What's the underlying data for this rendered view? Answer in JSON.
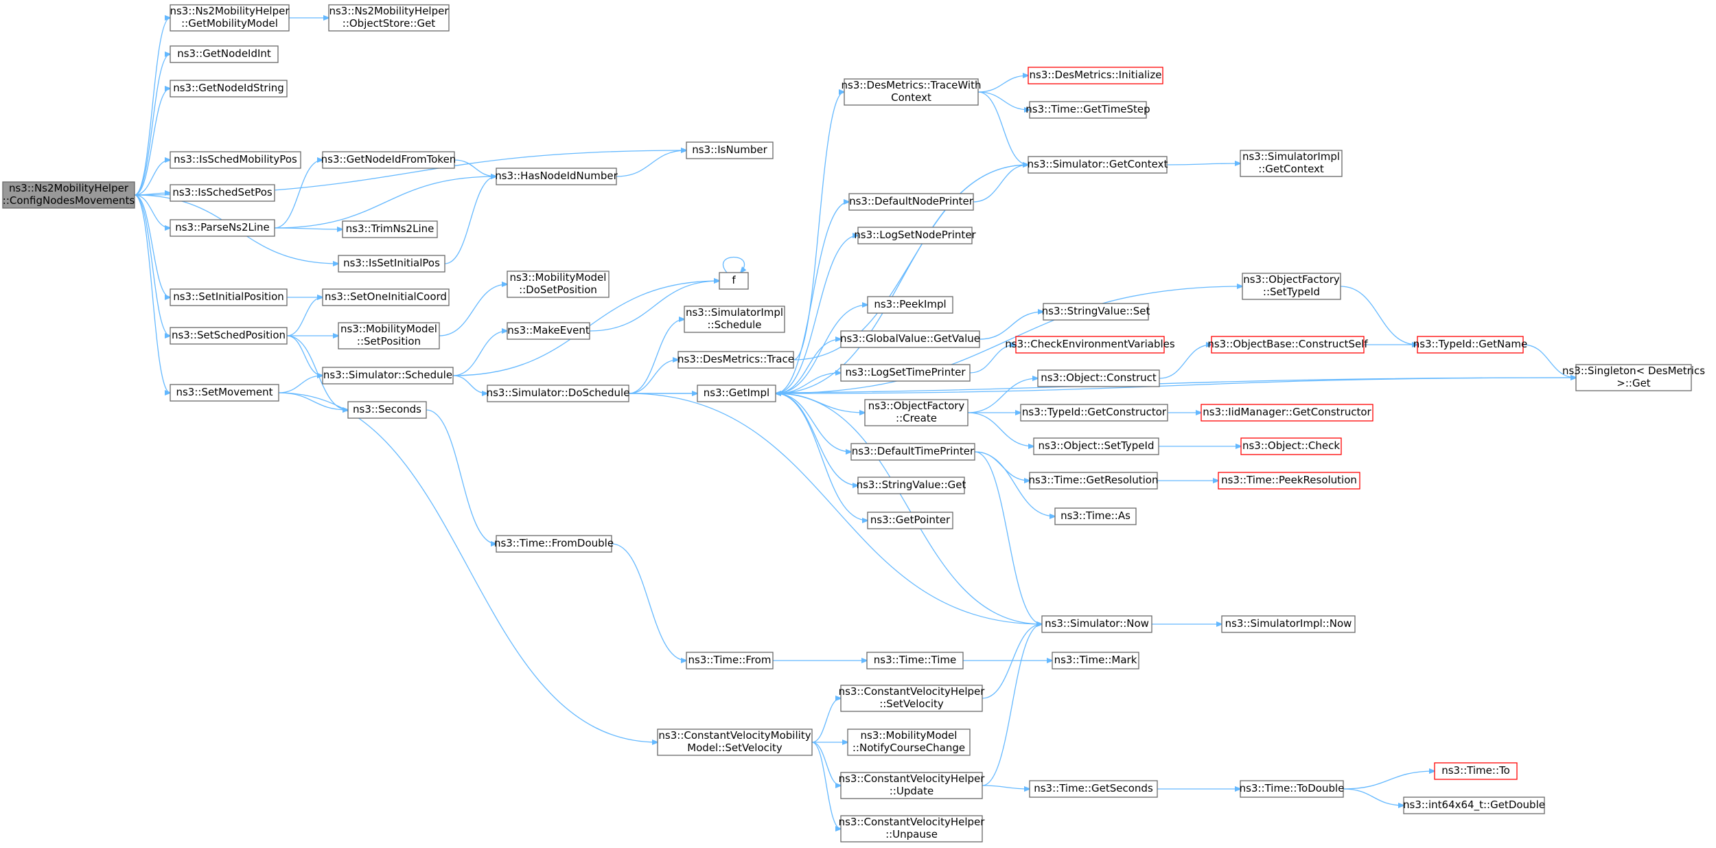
{
  "graph": {
    "colors": {
      "edge": "#63b8ff",
      "root_fill": "#999999",
      "border": "#666666",
      "red_border": "#ff0000"
    },
    "nodes": [
      {
        "id": "root",
        "lines": [
          "ns3::Ns2MobilityHelper",
          "::ConfigNodesMovements"
        ],
        "style": "root"
      },
      {
        "id": "getMobilityModel",
        "lines": [
          "ns3::Ns2MobilityHelper",
          "::GetMobilityModel"
        ],
        "style": "normal"
      },
      {
        "id": "objectStoreGet",
        "lines": [
          "ns3::Ns2MobilityHelper",
          "::ObjectStore::Get"
        ],
        "style": "normal"
      },
      {
        "id": "getNodeIdInt",
        "lines": [
          "ns3::GetNodeIdInt"
        ],
        "style": "normal"
      },
      {
        "id": "getNodeIdString",
        "lines": [
          "ns3::GetNodeIdString"
        ],
        "style": "normal"
      },
      {
        "id": "isNumber",
        "lines": [
          "ns3::IsNumber"
        ],
        "style": "normal"
      },
      {
        "id": "isSchedMobilityPos",
        "lines": [
          "ns3::IsSchedMobilityPos"
        ],
        "style": "normal"
      },
      {
        "id": "getNodeIdFromToken",
        "lines": [
          "ns3::GetNodeIdFromToken"
        ],
        "style": "normal"
      },
      {
        "id": "hasNodeIdNumber",
        "lines": [
          "ns3::HasNodeIdNumber"
        ],
        "style": "normal"
      },
      {
        "id": "isSchedSetPos",
        "lines": [
          "ns3::IsSchedSetPos"
        ],
        "style": "normal"
      },
      {
        "id": "parseNs2Line",
        "lines": [
          "ns3::ParseNs2Line"
        ],
        "style": "normal"
      },
      {
        "id": "trimNs2Line",
        "lines": [
          "ns3::TrimNs2Line"
        ],
        "style": "normal"
      },
      {
        "id": "isSetInitialPos",
        "lines": [
          "ns3::IsSetInitialPos"
        ],
        "style": "normal"
      },
      {
        "id": "setInitialPosition",
        "lines": [
          "ns3::SetInitialPosition"
        ],
        "style": "normal"
      },
      {
        "id": "setOneInitialCoord",
        "lines": [
          "ns3::SetOneInitialCoord"
        ],
        "style": "normal"
      },
      {
        "id": "setSchedPosition",
        "lines": [
          "ns3::SetSchedPosition"
        ],
        "style": "normal"
      },
      {
        "id": "mmSetPosition",
        "lines": [
          "ns3::MobilityModel",
          "::SetPosition"
        ],
        "style": "normal"
      },
      {
        "id": "mmDoSetPosition",
        "lines": [
          "ns3::MobilityModel",
          "::DoSetPosition"
        ],
        "style": "normal"
      },
      {
        "id": "makeEvent",
        "lines": [
          "ns3::MakeEvent"
        ],
        "style": "normal"
      },
      {
        "id": "f",
        "lines": [
          "f"
        ],
        "style": "normal"
      },
      {
        "id": "setMovement",
        "lines": [
          "ns3::SetMovement"
        ],
        "style": "normal"
      },
      {
        "id": "simSchedule",
        "lines": [
          "ns3::Simulator::Schedule"
        ],
        "style": "normal"
      },
      {
        "id": "seconds",
        "lines": [
          "ns3::Seconds"
        ],
        "style": "normal"
      },
      {
        "id": "simImplSchedule",
        "lines": [
          "ns3::SimulatorImpl",
          "::Schedule"
        ],
        "style": "normal"
      },
      {
        "id": "desMetricsTrace",
        "lines": [
          "ns3::DesMetrics::Trace"
        ],
        "style": "normal"
      },
      {
        "id": "simDoSchedule",
        "lines": [
          "ns3::Simulator::DoSchedule"
        ],
        "style": "normal"
      },
      {
        "id": "getImpl",
        "lines": [
          "ns3::GetImpl"
        ],
        "style": "normal"
      },
      {
        "id": "timeFromDouble",
        "lines": [
          "ns3::Time::FromDouble"
        ],
        "style": "normal"
      },
      {
        "id": "timeFrom",
        "lines": [
          "ns3::Time::From"
        ],
        "style": "normal"
      },
      {
        "id": "timeTime",
        "lines": [
          "ns3::Time::Time"
        ],
        "style": "normal"
      },
      {
        "id": "timeMark",
        "lines": [
          "ns3::Time::Mark"
        ],
        "style": "normal"
      },
      {
        "id": "cvmSetVelocity",
        "lines": [
          "ns3::ConstantVelocityMobility",
          "Model::SetVelocity"
        ],
        "style": "normal"
      },
      {
        "id": "cvhSetVelocity",
        "lines": [
          "ns3::ConstantVelocityHelper",
          "::SetVelocity"
        ],
        "style": "normal"
      },
      {
        "id": "mmNotifyCourseChange",
        "lines": [
          "ns3::MobilityModel",
          "::NotifyCourseChange"
        ],
        "style": "normal"
      },
      {
        "id": "cvhUpdate",
        "lines": [
          "ns3::ConstantVelocityHelper",
          "::Update"
        ],
        "style": "normal"
      },
      {
        "id": "cvhUnpause",
        "lines": [
          "ns3::ConstantVelocityHelper",
          "::Unpause"
        ],
        "style": "normal"
      },
      {
        "id": "desTraceWithContext",
        "lines": [
          "ns3::DesMetrics::TraceWith",
          "Context"
        ],
        "style": "normal"
      },
      {
        "id": "desInitialize",
        "lines": [
          "ns3::DesMetrics::Initialize"
        ],
        "style": "red"
      },
      {
        "id": "timeGetTimeStep",
        "lines": [
          "ns3::Time::GetTimeStep"
        ],
        "style": "normal"
      },
      {
        "id": "simGetContext",
        "lines": [
          "ns3::Simulator::GetContext"
        ],
        "style": "normal"
      },
      {
        "id": "simImplGetContext",
        "lines": [
          "ns3::SimulatorImpl",
          "::GetContext"
        ],
        "style": "normal"
      },
      {
        "id": "defaultNodePrinter",
        "lines": [
          "ns3::DefaultNodePrinter"
        ],
        "style": "normal"
      },
      {
        "id": "logSetNodePrinter",
        "lines": [
          "ns3::LogSetNodePrinter"
        ],
        "style": "normal"
      },
      {
        "id": "peekImpl",
        "lines": [
          "ns3::PeekImpl"
        ],
        "style": "normal"
      },
      {
        "id": "globalValueGetValue",
        "lines": [
          "ns3::GlobalValue::GetValue"
        ],
        "style": "normal"
      },
      {
        "id": "stringValueSet",
        "lines": [
          "ns3::StringValue::Set"
        ],
        "style": "normal"
      },
      {
        "id": "logSetTimePrinter",
        "lines": [
          "ns3::LogSetTimePrinter"
        ],
        "style": "normal"
      },
      {
        "id": "checkEnvVars",
        "lines": [
          "ns3::CheckEnvironmentVariables"
        ],
        "style": "red"
      },
      {
        "id": "ofCreate",
        "lines": [
          "ns3::ObjectFactory",
          "::Create"
        ],
        "style": "normal"
      },
      {
        "id": "objConstruct",
        "lines": [
          "ns3::Object::Construct"
        ],
        "style": "normal"
      },
      {
        "id": "objBaseConstructSelf",
        "lines": [
          "ns3::ObjectBase::ConstructSelf"
        ],
        "style": "red"
      },
      {
        "id": "ofSetTypeId",
        "lines": [
          "ns3::ObjectFactory",
          "::SetTypeId"
        ],
        "style": "normal"
      },
      {
        "id": "typeIdGetName",
        "lines": [
          "ns3::TypeId::GetName"
        ],
        "style": "red"
      },
      {
        "id": "singletonGet",
        "lines": [
          "ns3::Singleton< DesMetrics",
          ">::Get"
        ],
        "style": "normal"
      },
      {
        "id": "typeIdGetConstructor",
        "lines": [
          "ns3::TypeId::GetConstructor"
        ],
        "style": "normal"
      },
      {
        "id": "iidManagerGetConstructor",
        "lines": [
          "ns3::IidManager::GetConstructor"
        ],
        "style": "red"
      },
      {
        "id": "objSetTypeId",
        "lines": [
          "ns3::Object::SetTypeId"
        ],
        "style": "normal"
      },
      {
        "id": "objCheck",
        "lines": [
          "ns3::Object::Check"
        ],
        "style": "red"
      },
      {
        "id": "defaultTimePrinter",
        "lines": [
          "ns3::DefaultTimePrinter"
        ],
        "style": "normal"
      },
      {
        "id": "timeGetResolution",
        "lines": [
          "ns3::Time::GetResolution"
        ],
        "style": "normal"
      },
      {
        "id": "timePeekResolution",
        "lines": [
          "ns3::Time::PeekResolution"
        ],
        "style": "red"
      },
      {
        "id": "stringValueGet",
        "lines": [
          "ns3::StringValue::Get"
        ],
        "style": "normal"
      },
      {
        "id": "timeAs",
        "lines": [
          "ns3::Time::As"
        ],
        "style": "normal"
      },
      {
        "id": "getPointer",
        "lines": [
          "ns3::GetPointer"
        ],
        "style": "normal"
      },
      {
        "id": "simNow",
        "lines": [
          "ns3::Simulator::Now"
        ],
        "style": "normal"
      },
      {
        "id": "simImplNow",
        "lines": [
          "ns3::SimulatorImpl::Now"
        ],
        "style": "normal"
      },
      {
        "id": "timeGetSeconds",
        "lines": [
          "ns3::Time::GetSeconds"
        ],
        "style": "normal"
      },
      {
        "id": "timeToDouble",
        "lines": [
          "ns3::Time::ToDouble"
        ],
        "style": "normal"
      },
      {
        "id": "timeTo",
        "lines": [
          "ns3::Time::To"
        ],
        "style": "red"
      },
      {
        "id": "int64GetDouble",
        "lines": [
          "ns3::int64x64_t::GetDouble"
        ],
        "style": "normal"
      }
    ],
    "edges": [
      [
        "root",
        "getMobilityModel"
      ],
      [
        "getMobilityModel",
        "objectStoreGet"
      ],
      [
        "root",
        "getNodeIdInt"
      ],
      [
        "root",
        "getNodeIdString"
      ],
      [
        "root",
        "isNumber"
      ],
      [
        "root",
        "isSchedMobilityPos"
      ],
      [
        "root",
        "isSchedSetPos"
      ],
      [
        "root",
        "parseNs2Line"
      ],
      [
        "root",
        "isSetInitialPos"
      ],
      [
        "root",
        "setInitialPosition"
      ],
      [
        "root",
        "setSchedPosition"
      ],
      [
        "root",
        "setMovement"
      ],
      [
        "parseNs2Line",
        "getNodeIdFromToken"
      ],
      [
        "parseNs2Line",
        "hasNodeIdNumber"
      ],
      [
        "parseNs2Line",
        "trimNs2Line"
      ],
      [
        "getNodeIdFromToken",
        "hasNodeIdNumber"
      ],
      [
        "hasNodeIdNumber",
        "isNumber"
      ],
      [
        "isSetInitialPos",
        "hasNodeIdNumber"
      ],
      [
        "setInitialPosition",
        "setOneInitialCoord"
      ],
      [
        "setSchedPosition",
        "setOneInitialCoord"
      ],
      [
        "setSchedPosition",
        "mmSetPosition"
      ],
      [
        "setSchedPosition",
        "simSchedule"
      ],
      [
        "setSchedPosition",
        "seconds"
      ],
      [
        "mmSetPosition",
        "mmDoSetPosition"
      ],
      [
        "setMovement",
        "simSchedule"
      ],
      [
        "setMovement",
        "seconds"
      ],
      [
        "setMovement",
        "cvmSetVelocity"
      ],
      [
        "simSchedule",
        "makeEvent"
      ],
      [
        "simSchedule",
        "f"
      ],
      [
        "simSchedule",
        "simDoSchedule"
      ],
      [
        "makeEvent",
        "f"
      ],
      [
        "f",
        "f"
      ],
      [
        "seconds",
        "timeFromDouble"
      ],
      [
        "timeFromDouble",
        "timeFrom"
      ],
      [
        "timeFrom",
        "timeTime"
      ],
      [
        "timeTime",
        "timeMark"
      ],
      [
        "simDoSchedule",
        "simImplSchedule"
      ],
      [
        "simDoSchedule",
        "desMetricsTrace"
      ],
      [
        "simDoSchedule",
        "getImpl"
      ],
      [
        "simDoSchedule",
        "simNow"
      ],
      [
        "simDoSchedule",
        "singletonGet"
      ],
      [
        "desMetricsTrace",
        "desTraceWithContext"
      ],
      [
        "desMetricsTrace",
        "simGetContext"
      ],
      [
        "desTraceWithContext",
        "desInitialize"
      ],
      [
        "desTraceWithContext",
        "timeGetTimeStep"
      ],
      [
        "desTraceWithContext",
        "simGetContext"
      ],
      [
        "simGetContext",
        "getImpl"
      ],
      [
        "simGetContext",
        "simImplGetContext"
      ],
      [
        "getImpl",
        "defaultNodePrinter"
      ],
      [
        "getImpl",
        "logSetNodePrinter"
      ],
      [
        "getImpl",
        "peekImpl"
      ],
      [
        "getImpl",
        "globalValueGetValue"
      ],
      [
        "getImpl",
        "logSetTimePrinter"
      ],
      [
        "getImpl",
        "ofCreate"
      ],
      [
        "getImpl",
        "ofSetTypeId"
      ],
      [
        "getImpl",
        "defaultTimePrinter"
      ],
      [
        "getImpl",
        "stringValueGet"
      ],
      [
        "getImpl",
        "getPointer"
      ],
      [
        "getImpl",
        "singletonGet"
      ],
      [
        "defaultNodePrinter",
        "simGetContext"
      ],
      [
        "globalValueGetValue",
        "stringValueSet"
      ],
      [
        "logSetTimePrinter",
        "checkEnvVars"
      ],
      [
        "ofCreate",
        "objConstruct"
      ],
      [
        "ofCreate",
        "typeIdGetConstructor"
      ],
      [
        "ofCreate",
        "objSetTypeId"
      ],
      [
        "objConstruct",
        "objBaseConstructSelf"
      ],
      [
        "objBaseConstructSelf",
        "typeIdGetName"
      ],
      [
        "ofSetTypeId",
        "typeIdGetName"
      ],
      [
        "typeIdGetName",
        "singletonGet"
      ],
      [
        "typeIdGetConstructor",
        "iidManagerGetConstructor"
      ],
      [
        "objSetTypeId",
        "objCheck"
      ],
      [
        "defaultTimePrinter",
        "timeGetResolution"
      ],
      [
        "defaultTimePrinter",
        "timeAs"
      ],
      [
        "defaultTimePrinter",
        "simNow"
      ],
      [
        "timeGetResolution",
        "timePeekResolution"
      ],
      [
        "simNow",
        "getImpl"
      ],
      [
        "simNow",
        "simImplNow"
      ],
      [
        "cvmSetVelocity",
        "cvhSetVelocity"
      ],
      [
        "cvmSetVelocity",
        "mmNotifyCourseChange"
      ],
      [
        "cvmSetVelocity",
        "cvhUpdate"
      ],
      [
        "cvmSetVelocity",
        "cvhUnpause"
      ],
      [
        "cvhSetVelocity",
        "simNow"
      ],
      [
        "cvhUpdate",
        "simNow"
      ],
      [
        "cvhUpdate",
        "timeGetSeconds"
      ],
      [
        "timeGetSeconds",
        "timeToDouble"
      ],
      [
        "timeToDouble",
        "timeTo"
      ],
      [
        "timeToDouble",
        "int64GetDouble"
      ]
    ]
  }
}
